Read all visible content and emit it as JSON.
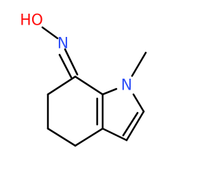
{
  "molecule": {
    "atoms": {
      "oxime_hydroxyl": {
        "text": "HO",
        "color": "#ff0d0d"
      },
      "oxime_nitrogen": {
        "text": "N",
        "color": "#3050f8"
      },
      "ring_nitrogen": {
        "text": "N",
        "color": "#3050f8"
      }
    },
    "bond_color": "#000000"
  }
}
